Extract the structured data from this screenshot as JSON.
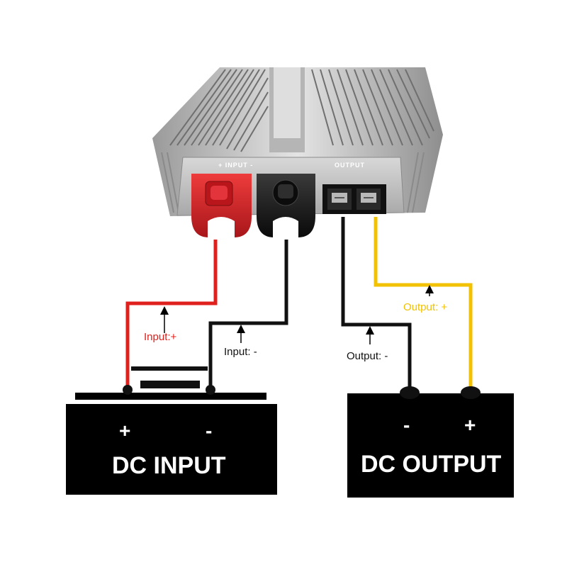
{
  "device": {
    "plate_input": "+  INPUT  -",
    "plate_output": "OUTPUT"
  },
  "wires": {
    "input_pos": {
      "label": "Input:+",
      "color": "#e0201c"
    },
    "input_neg": {
      "label": "Input: -",
      "color": "#111111"
    },
    "output_neg": {
      "label": "Output: -",
      "color": "#111111"
    },
    "output_pos": {
      "label": "Output: +",
      "color": "#f2c200"
    }
  },
  "dc_input": {
    "title": "DC INPUT",
    "plus": "+",
    "minus": "-"
  },
  "dc_output": {
    "title": "DC OUTPUT",
    "minus": "-",
    "plus": "+"
  },
  "colors": {
    "heatsink": "#c9c9c9",
    "terminal_red": "#d8262a",
    "terminal_black": "#1d1d1d",
    "box": "#000000"
  },
  "icons": [
    "arrow-up-icon",
    "fuse-icon"
  ]
}
